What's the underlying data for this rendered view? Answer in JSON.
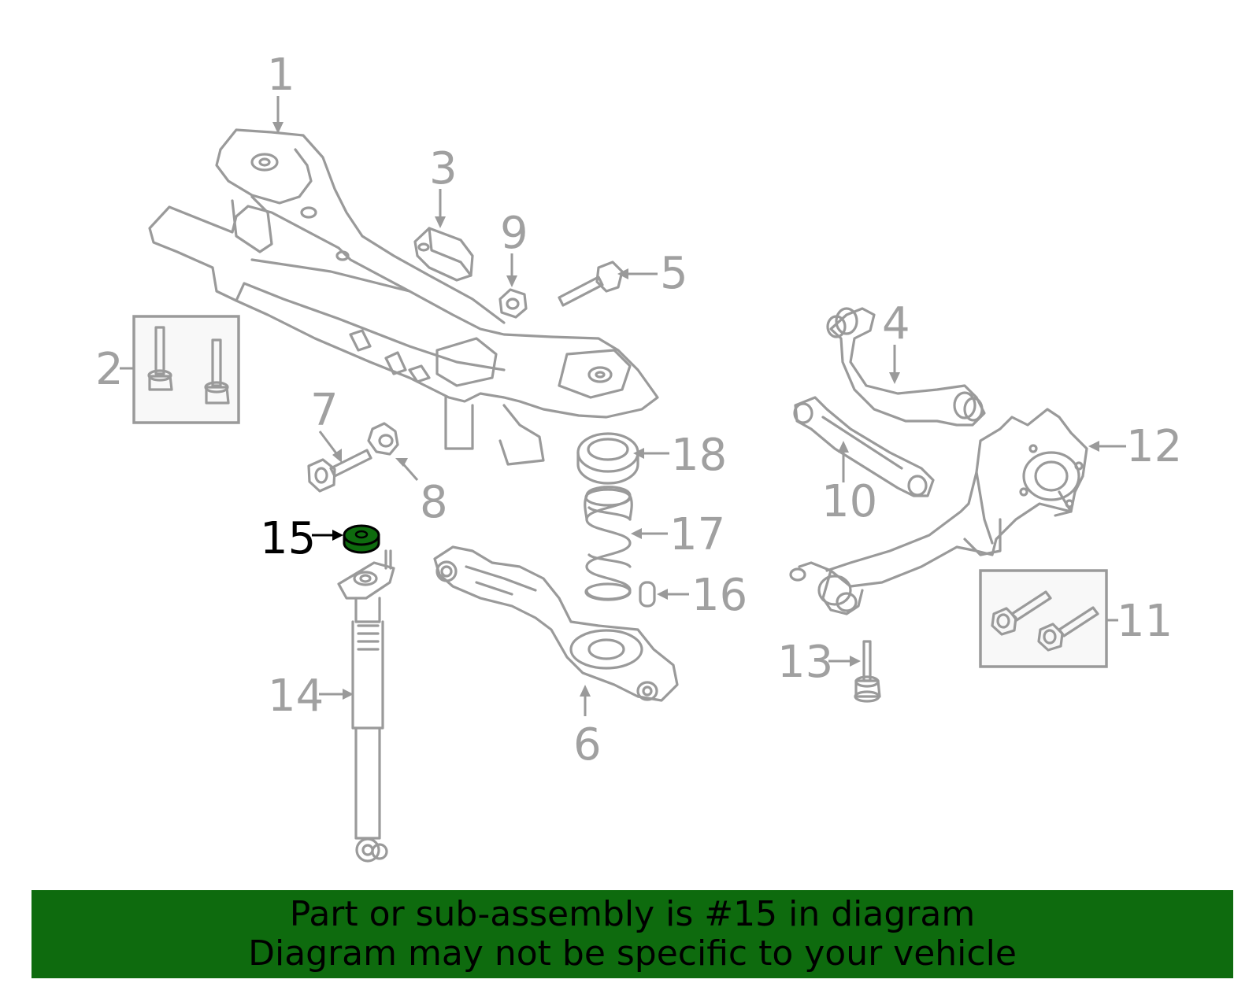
{
  "diagram": {
    "callouts": {
      "c1": "1",
      "c2": "2",
      "c3": "3",
      "c4": "4",
      "c5": "5",
      "c6": "6",
      "c7": "7",
      "c8": "8",
      "c9": "9",
      "c10": "10",
      "c11": "11",
      "c12": "12",
      "c13": "13",
      "c14": "14",
      "c15": "15",
      "c16": "16",
      "c17": "17",
      "c18": "18"
    },
    "highlighted_part": "15",
    "colors": {
      "line_art": "#9a9a9a",
      "highlight_fill": "#0e6b0e",
      "highlight_label": "#000000",
      "banner_bg": "#0e6b0e"
    }
  },
  "banner": {
    "line1": "Part or sub-assembly is #15 in diagram",
    "line2": "Diagram may not be specific to your vehicle"
  }
}
